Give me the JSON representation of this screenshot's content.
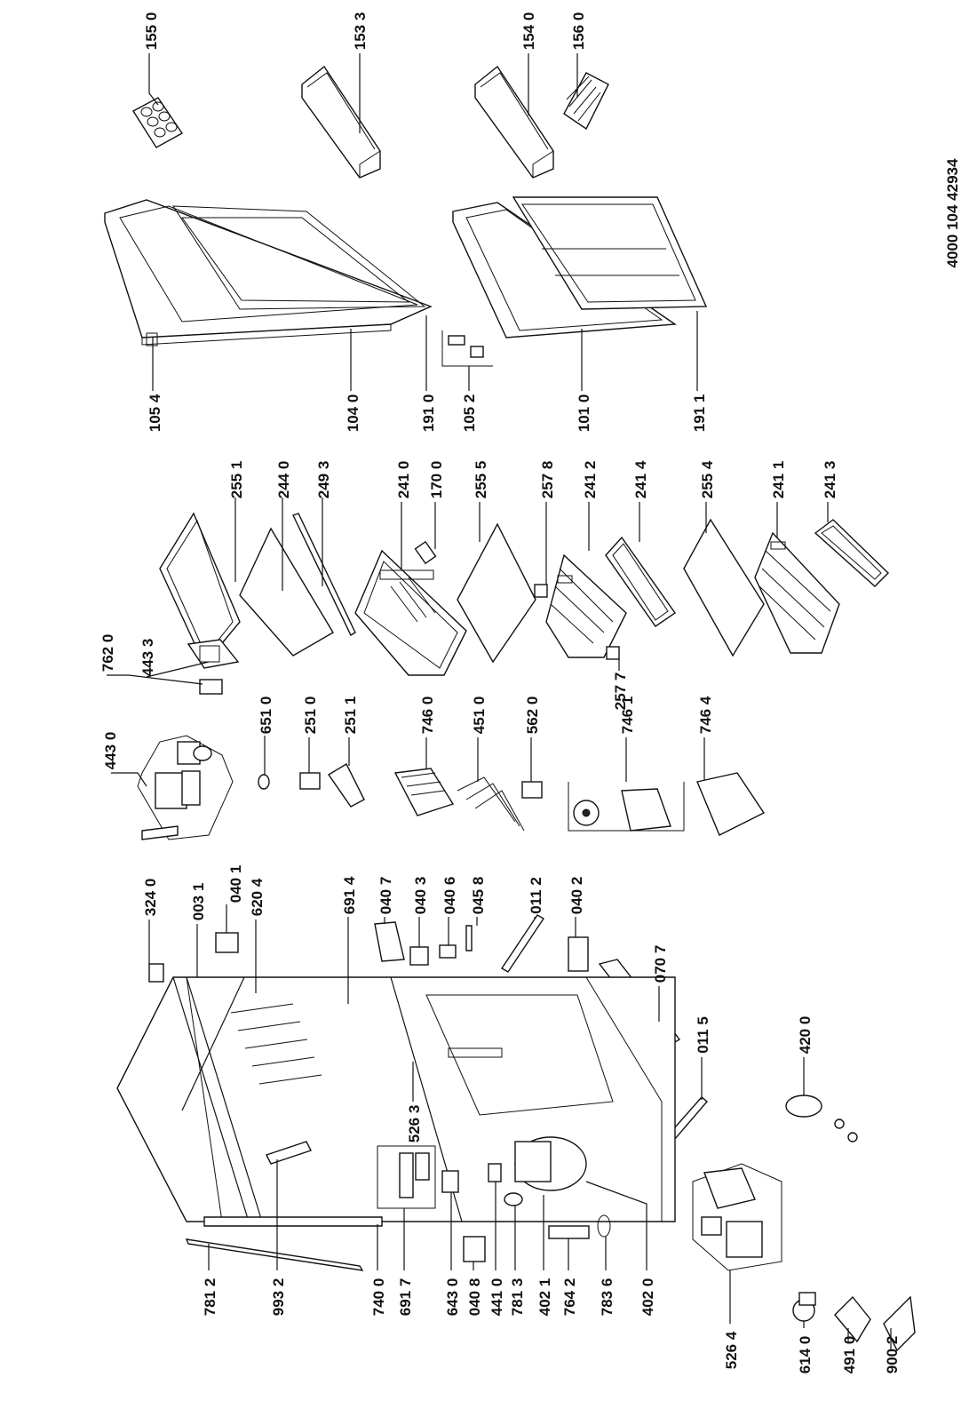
{
  "document_number": "4000 104 42934",
  "labels": {
    "l1550": "155 0",
    "l1533": "153 3",
    "l1540": "154 0",
    "l1560": "156 0",
    "l1054": "105 4",
    "l1040": "104 0",
    "l1910": "191 0",
    "l1052": "105 2",
    "l1010": "101 0",
    "l1911": "191 1",
    "l2551": "255 1",
    "l2440": "244 0",
    "l2493": "249 3",
    "l2410": "241 0",
    "l1700": "170 0",
    "l2555": "255 5",
    "l2578": "257 8",
    "l2412": "241 2",
    "l2414": "241 4",
    "l2554": "255 4",
    "l2411": "241 1",
    "l2413": "241 3",
    "l7620": "762 0",
    "l4433": "443 3",
    "l2577": "257 7",
    "l4430": "443 0",
    "l6510": "651 0",
    "l2510": "251 0",
    "l2511": "251 1",
    "l7460": "746 0",
    "l4510": "451 0",
    "l5620": "562 0",
    "l7461": "746 1",
    "l7464": "746 4",
    "l3240": "324 0",
    "l0031": "003 1",
    "l0401": "040 1",
    "l6204": "620 4",
    "l6914": "691 4",
    "l0407": "040 7",
    "l0403": "040 3",
    "l0406": "040 6",
    "l0458": "045 8",
    "l0112": "011 2",
    "l0402": "040 2",
    "l0707": "070 7",
    "l0115": "011 5",
    "l4200": "420 0",
    "l5263": "526 3",
    "l7812": "781 2",
    "l9932": "993 2",
    "l7400": "740 0",
    "l6917": "691 7",
    "l6430": "643 0",
    "l0408": "040 8",
    "l4410": "441 0",
    "l7813": "781 3",
    "l4021": "402 1",
    "l7642": "764 2",
    "l7836": "783 6",
    "l4020": "402 0",
    "l5264": "526 4",
    "l6140": "614 0",
    "l4910": "491 0",
    "l9002": "900 2"
  }
}
